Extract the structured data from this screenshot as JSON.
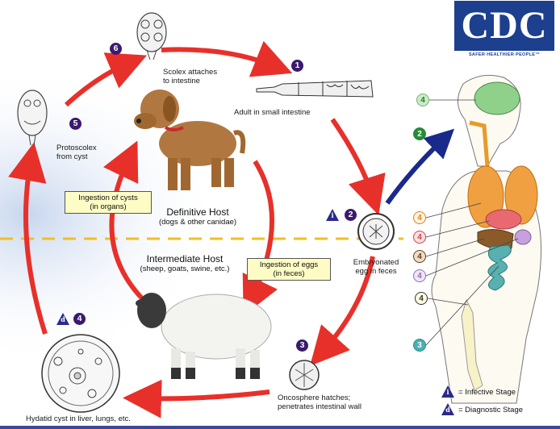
{
  "logo": {
    "text": "CDC",
    "tagline": "SAFER·HEALTHIER·PEOPLE™"
  },
  "stage_numbers": {
    "s1": "1",
    "s2": "2",
    "s3": "3",
    "s4": "4",
    "s5": "5",
    "s6": "6",
    "organ_4a": "4",
    "organ_2": "2",
    "organ_4b": "4",
    "organ_4c": "4",
    "organ_4d": "4",
    "organ_4e": "4",
    "organ_4f": "4",
    "organ_3": "3"
  },
  "labels": {
    "scolex": "Scolex attaches\nto intestine",
    "adult": "Adult in small intestine",
    "protoscolex": "Protoscolex\nfrom cyst",
    "embryonated": "Embryonated\negg in feces",
    "oncosphere": "Oncosphere hatches;\npenetrates intestinal wall",
    "hydatid": "Hydatid cyst in liver, lungs, etc."
  },
  "hosts": {
    "definitive_title": "Definitive Host",
    "definitive_sub": "(dogs & other canidae)",
    "intermediate_title": "Intermediate Host",
    "intermediate_sub": "(sheep, goats, swine, etc.)"
  },
  "boxes": {
    "cysts": "Ingestion of cysts\n(in organs)",
    "eggs": "Ingestion of eggs\n(in feces)"
  },
  "legend": {
    "infective": "= Infective Stage",
    "diagnostic": "= Diagnostic Stage",
    "infective_letter": "i",
    "diagnostic_letter": "d"
  },
  "colors": {
    "cycle_arrow": "#e8302a",
    "blue_arrow": "#1a2a8a",
    "divider": "#f0c020",
    "stage_badge": "#3a1a6e",
    "legend_triangle": "#2a2a8a",
    "logo_blue": "#1c3f8e"
  }
}
